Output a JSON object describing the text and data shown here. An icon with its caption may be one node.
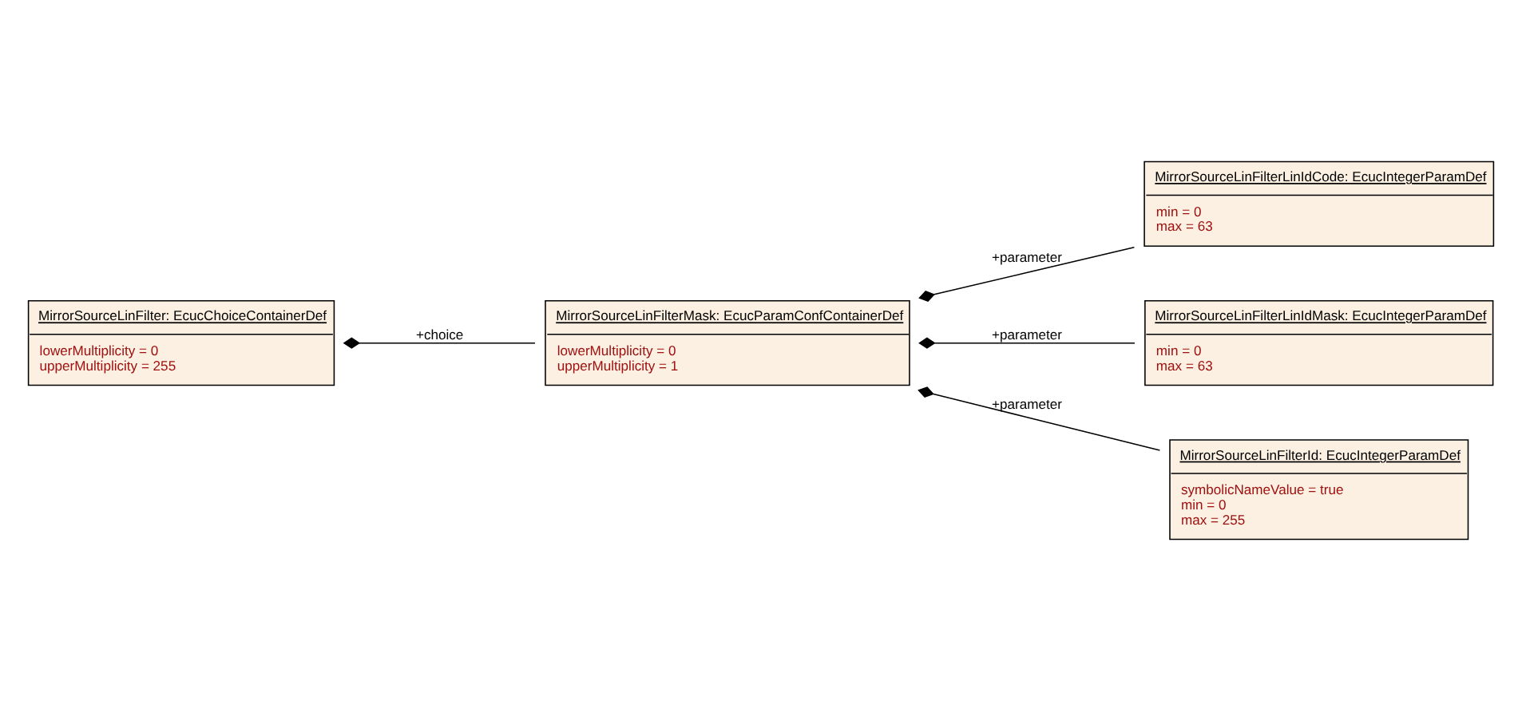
{
  "diagram": {
    "nodes": [
      {
        "text": [
          "MirrorSourceLinFilter: EcucChoiceContainerDef",
          "lowerMultiplicity = 0",
          "upperMultiplicity = 255"
        ]
      },
      {
        "text": [
          "MirrorSourceLinFilterMask: EcucParamConfContainerDef",
          "lowerMultiplicity = 0",
          "upperMultiplicity = 1"
        ]
      },
      {
        "text": [
          "MirrorSourceLinFilterLinIdCode: EcucIntegerParamDef",
          "min = 0",
          "max = 63"
        ]
      },
      {
        "text": [
          "MirrorSourceLinFilterLinIdMask: EcucIntegerParamDef",
          "min = 0",
          "max = 63"
        ]
      },
      {
        "text": [
          "MirrorSourceLinFilterId: EcucIntegerParamDef",
          "symbolicNameValue = true",
          "min = 0",
          "max = 255"
        ]
      }
    ],
    "edges": [
      {
        "from": 0,
        "to": 1,
        "arrow": "other",
        "label": "+choice"
      },
      {
        "from": 1,
        "to": 2,
        "arrow": "other",
        "label": "+parameter"
      },
      {
        "from": 1,
        "to": 3,
        "arrow": "other",
        "label": "+parameter"
      },
      {
        "from": 1,
        "to": 4,
        "arrow": "other",
        "label": "+parameter"
      }
    ]
  }
}
